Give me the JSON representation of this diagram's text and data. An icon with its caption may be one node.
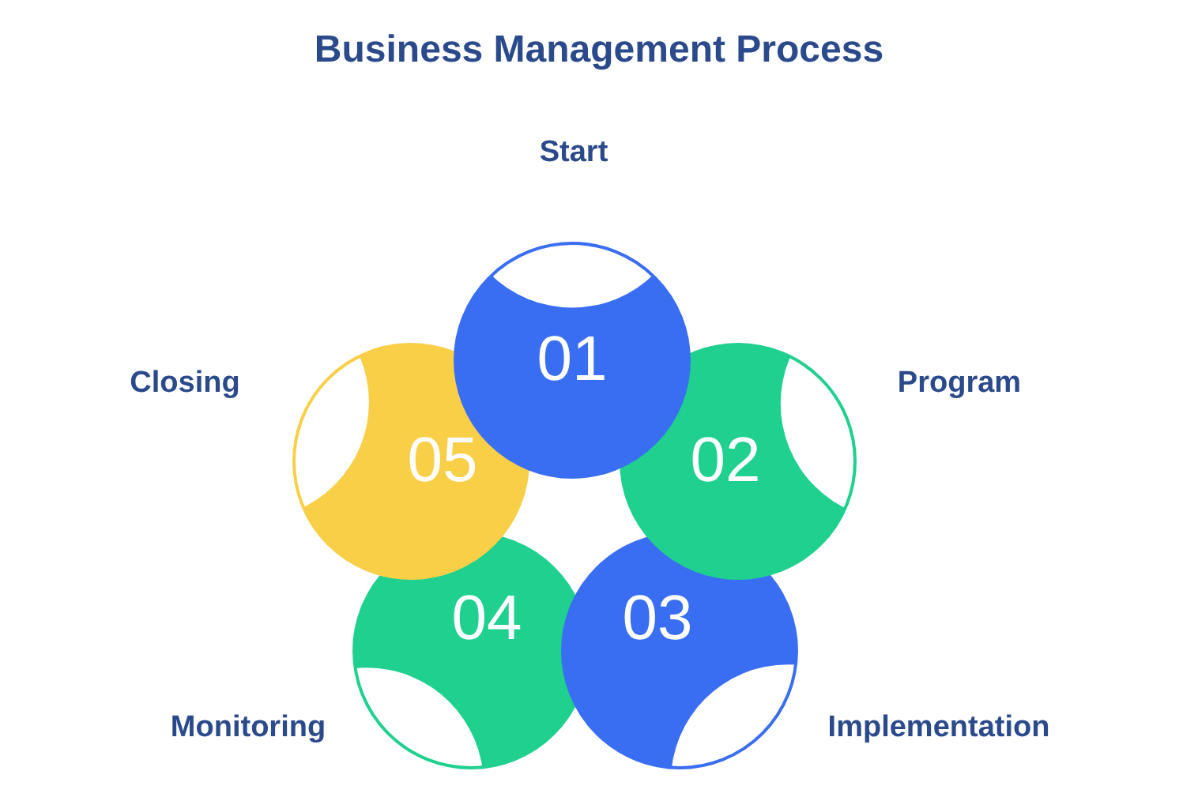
{
  "diagram": {
    "title": "Business Management Process",
    "nodes": [
      {
        "text": [
          "Start",
          "01"
        ]
      },
      {
        "text": [
          "Program",
          "02"
        ]
      },
      {
        "text": [
          "03",
          "Implementation"
        ]
      },
      {
        "text": [
          "04",
          "Monitoring"
        ]
      },
      {
        "text": [
          "Closing",
          "05"
        ]
      }
    ],
    "edges": []
  }
}
